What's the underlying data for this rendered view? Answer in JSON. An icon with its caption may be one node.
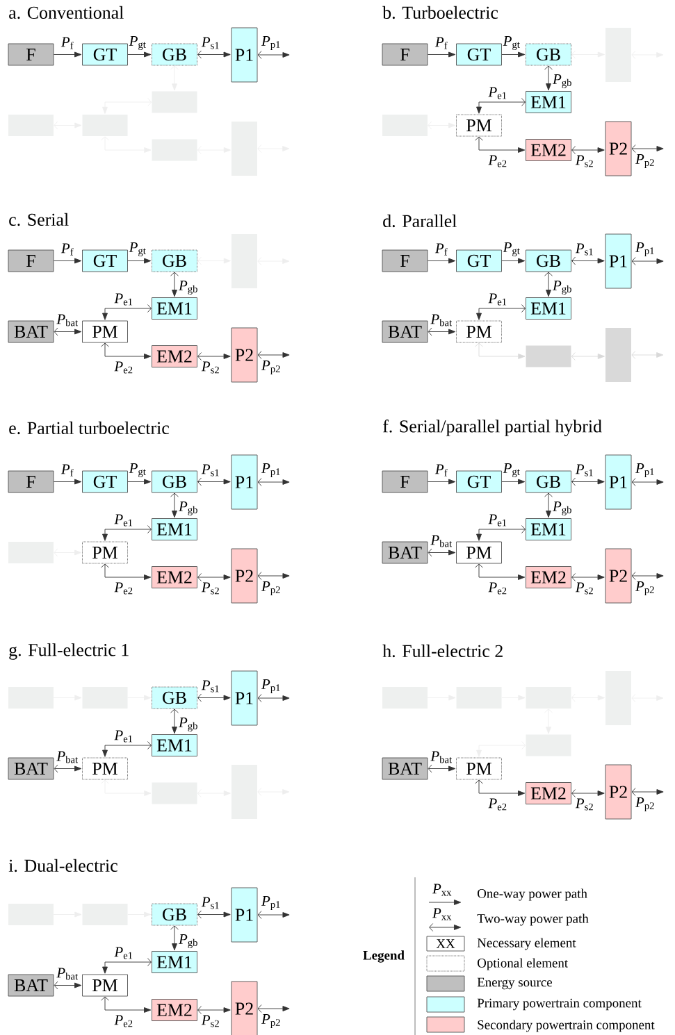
{
  "diagram": {
    "nodes": [
      {
        "text": [
          "F"
        ]
      },
      {
        "text": [
          "GT"
        ]
      },
      {
        "text": [
          "GB"
        ]
      },
      {
        "text": [
          "P1"
        ]
      },
      {
        "text": [],
        "shape": "box"
      },
      {
        "text": [],
        "shape": "box"
      },
      {
        "text": [],
        "shape": "box"
      },
      {
        "text": [],
        "shape": "box"
      },
      {
        "text": [],
        "shape": "box"
      },
      {
        "text": [
          "F"
        ]
      },
      {
        "text": [
          "GT"
        ]
      },
      {
        "text": [
          "GB"
        ]
      },
      {
        "text": [],
        "shape": "box"
      },
      {
        "text": [
          "EM1"
        ]
      },
      {
        "text": [],
        "shape": "box"
      },
      {
        "text": [
          "PM"
        ]
      },
      {
        "text": [
          "EM2"
        ]
      },
      {
        "text": [
          "P2"
        ]
      },
      {
        "text": [
          "F"
        ]
      },
      {
        "text": [
          "GT"
        ]
      },
      {
        "text": [
          "GB"
        ]
      },
      {
        "text": [],
        "shape": "box"
      },
      {
        "text": [
          "EM1"
        ]
      },
      {
        "text": [
          "BAT"
        ]
      },
      {
        "text": [
          "PM"
        ]
      },
      {
        "text": [
          "EM2"
        ]
      },
      {
        "text": [
          "P2"
        ]
      },
      {
        "text": [
          "F"
        ]
      },
      {
        "text": [
          "GT"
        ]
      },
      {
        "text": [
          "GB"
        ]
      },
      {
        "text": [
          "P1"
        ]
      },
      {
        "text": [
          "EM1"
        ]
      },
      {
        "text": [
          "BAT"
        ]
      },
      {
        "text": [
          "PM"
        ]
      },
      {
        "text": [],
        "shape": "box"
      },
      {
        "text": [],
        "shape": "box"
      },
      {
        "text": [
          "F"
        ]
      },
      {
        "text": [
          "GT"
        ]
      },
      {
        "text": [
          "GB"
        ]
      },
      {
        "text": [
          "P1"
        ]
      },
      {
        "text": [
          "EM1"
        ]
      },
      {
        "text": [],
        "shape": "box"
      },
      {
        "text": [
          "PM"
        ]
      },
      {
        "text": [
          "EM2"
        ]
      },
      {
        "text": [
          "P2"
        ]
      },
      {
        "text": [
          "F"
        ]
      },
      {
        "text": [
          "GT"
        ]
      },
      {
        "text": [
          "GB"
        ]
      },
      {
        "text": [
          "P1"
        ]
      },
      {
        "text": [
          "EM1"
        ]
      },
      {
        "text": [
          "BAT"
        ]
      },
      {
        "text": [
          "PM"
        ]
      },
      {
        "text": [
          "EM2"
        ]
      },
      {
        "text": [
          "P2"
        ]
      },
      {
        "text": [],
        "shape": "box"
      },
      {
        "text": [],
        "shape": "box"
      },
      {
        "text": [
          "GB"
        ]
      },
      {
        "text": [
          "P1"
        ]
      },
      {
        "text": [
          "EM1"
        ]
      },
      {
        "text": [
          "BAT"
        ]
      },
      {
        "text": [
          "PM"
        ]
      },
      {
        "text": [],
        "shape": "box"
      },
      {
        "text": [],
        "shape": "box"
      },
      {
        "text": [],
        "shape": "box"
      },
      {
        "text": [],
        "shape": "box"
      },
      {
        "text": [],
        "shape": "box"
      },
      {
        "text": [],
        "shape": "box"
      },
      {
        "text": [],
        "shape": "box"
      },
      {
        "text": [
          "BAT"
        ]
      },
      {
        "text": [
          "PM"
        ]
      },
      {
        "text": [
          "EM2"
        ]
      },
      {
        "text": [
          "P2"
        ]
      },
      {
        "text": [],
        "shape": "box"
      },
      {
        "text": [],
        "shape": "box"
      },
      {
        "text": [
          "GB"
        ]
      },
      {
        "text": [
          "P1"
        ]
      },
      {
        "text": [
          "EM1"
        ]
      },
      {
        "text": [
          "BAT"
        ]
      },
      {
        "text": [
          "PM"
        ]
      },
      {
        "text": [
          "EM2"
        ]
      },
      {
        "text": [
          "P2"
        ]
      }
    ],
    "edges": [
      {
        "from": 0,
        "to": 1,
        "arrow": "to",
        "label": "*P*$_{f}$"
      },
      {
        "from": 1,
        "to": 2,
        "arrow": "to",
        "label": "*P*$_{gt}$"
      },
      {
        "from": 2,
        "to": 3,
        "arrow": "both",
        "label": "*P*$_{s1}$"
      },
      {
        "from": 3,
        "to": null,
        "arrow": "both",
        "label": "*P*$_{p1}$"
      },
      {
        "from": 2,
        "to": 4,
        "arrow": "both",
        "color": "#eeeeee"
      },
      {
        "from": 4,
        "to": 6,
        "arrow": "both",
        "color": "#eeeeee"
      },
      {
        "from": 5,
        "to": 6,
        "arrow": "both",
        "color": "#eeeeee"
      },
      {
        "from": 6,
        "to": 7,
        "arrow": "both",
        "color": "#eeeeee"
      },
      {
        "from": 7,
        "to": 8,
        "arrow": "both",
        "color": "#eeeeee"
      },
      {
        "from": 8,
        "to": null,
        "arrow": "both",
        "color": "#eeeeee"
      },
      {
        "from": 9,
        "to": 10,
        "arrow": "to",
        "label": "*P*$_{f}$"
      },
      {
        "from": 10,
        "to": 11,
        "arrow": "to",
        "label": "*P*$_{gt}$"
      },
      {
        "from": 11,
        "to": 12,
        "arrow": "both",
        "color": "#eeeeee"
      },
      {
        "from": 12,
        "to": null,
        "arrow": "both",
        "color": "#eeeeee"
      },
      {
        "from": 11,
        "to": 13,
        "arrow": "both",
        "label": "*P*$_{gb}$"
      },
      {
        "from": 13,
        "to": 15,
        "arrow": "both",
        "label": "*P*$_{e1}$"
      },
      {
        "from": 14,
        "to": 15,
        "arrow": "both",
        "color": "#eeeeee"
      },
      {
        "from": 15,
        "to": 16,
        "arrow": "both",
        "label": "*P*$_{e2}$"
      },
      {
        "from": 16,
        "to": 17,
        "arrow": "both",
        "label": "*P*$_{s2}$"
      },
      {
        "from": 17,
        "to": null,
        "arrow": "both",
        "label": "*P*$_{p2}$"
      },
      {
        "from": 18,
        "to": 19,
        "arrow": "to",
        "label": "*P*$_{f}$"
      },
      {
        "from": 19,
        "to": 20,
        "arrow": "to",
        "label": "*P*$_{gt}$"
      },
      {
        "from": 20,
        "to": 21,
        "arrow": "both",
        "color": "#eeeeee"
      },
      {
        "from": 21,
        "to": null,
        "arrow": "both",
        "color": "#eeeeee"
      },
      {
        "from": 20,
        "to": 22,
        "arrow": "both",
        "label": "*P*$_{gb}$"
      },
      {
        "from": 22,
        "to": 24,
        "arrow": "both",
        "label": "*P*$_{e1}$"
      },
      {
        "from": 23,
        "to": 24,
        "arrow": "both",
        "label": "*P*$_{bat}$"
      },
      {
        "from": 24,
        "to": 25,
        "arrow": "both",
        "label": "*P*$_{e2}$"
      },
      {
        "from": 25,
        "to": 26,
        "arrow": "both",
        "label": "*P*$_{s2}$"
      },
      {
        "from": 26,
        "to": null,
        "arrow": "both",
        "label": "*P*$_{p2}$"
      },
      {
        "from": 27,
        "to": 28,
        "arrow": "to",
        "label": "*P*$_{f}$"
      },
      {
        "from": 28,
        "to": 29,
        "arrow": "to",
        "label": "*P*$_{gt}$"
      },
      {
        "from": 29,
        "to": 30,
        "arrow": "both",
        "label": "*P*$_{s1}$"
      },
      {
        "from": 30,
        "to": null,
        "arrow": "both",
        "label": "*P*$_{p1}$"
      },
      {
        "from": 29,
        "to": 31,
        "arrow": "both",
        "label": "*P*$_{gb}$"
      },
      {
        "from": 31,
        "to": 33,
        "arrow": "both",
        "label": "*P*$_{e1}$"
      },
      {
        "from": 32,
        "to": 33,
        "arrow": "both",
        "label": "*P*$_{bat}$"
      },
      {
        "from": 33,
        "to": 34,
        "arrow": "both",
        "color": "#d9d9d9"
      },
      {
        "from": 34,
        "to": 35,
        "arrow": "both",
        "color": "#d9d9d9"
      },
      {
        "from": 35,
        "to": null,
        "arrow": "both",
        "color": "#d9d9d9"
      },
      {
        "from": 36,
        "to": 37,
        "arrow": "to",
        "label": "*P*$_{f}$"
      },
      {
        "from": 37,
        "to": 38,
        "arrow": "to",
        "label": "*P*$_{gt}$"
      },
      {
        "from": 38,
        "to": 39,
        "arrow": "both",
        "label": "*P*$_{s1}$"
      },
      {
        "from": 39,
        "to": null,
        "arrow": "both",
        "label": "*P*$_{p1}$"
      },
      {
        "from": 38,
        "to": 40,
        "arrow": "both",
        "label": "*P*$_{gb}$"
      },
      {
        "from": 40,
        "to": 42,
        "arrow": "both",
        "label": "*P*$_{e1}$"
      },
      {
        "from": 41,
        "to": 42,
        "arrow": "both",
        "color": "#eeeeee"
      },
      {
        "from": 42,
        "to": 43,
        "arrow": "both",
        "label": "*P*$_{e2}$"
      },
      {
        "from": 43,
        "to": 44,
        "arrow": "both",
        "label": "*P*$_{s2}$"
      },
      {
        "from": 44,
        "to": null,
        "arrow": "both",
        "label": "*P*$_{p2}$"
      },
      {
        "from": 45,
        "to": 46,
        "arrow": "to",
        "label": "*P*$_{f}$"
      },
      {
        "from": 46,
        "to": 47,
        "arrow": "to",
        "label": "*P*$_{gt}$"
      },
      {
        "from": 47,
        "to": 48,
        "arrow": "both",
        "label": "*P*$_{s1}$"
      },
      {
        "from": 48,
        "to": null,
        "arrow": "both",
        "label": "*P*$_{p1}$"
      },
      {
        "from": 47,
        "to": 49,
        "arrow": "both",
        "label": "*P*$_{gb}$"
      },
      {
        "from": 49,
        "to": 51,
        "arrow": "both",
        "label": "*P*$_{e1}$"
      },
      {
        "from": 50,
        "to": 51,
        "arrow": "both",
        "label": "*P*$_{bat}$"
      },
      {
        "from": 51,
        "to": 52,
        "arrow": "both",
        "label": "*P*$_{e2}$"
      },
      {
        "from": 52,
        "to": 53,
        "arrow": "both",
        "label": "*P*$_{s2}$"
      },
      {
        "from": 53,
        "to": null,
        "arrow": "both",
        "label": "*P*$_{p2}$"
      },
      {
        "from": 54,
        "to": 55,
        "arrow": "to",
        "color": "#eeeeee"
      },
      {
        "from": 55,
        "to": 56,
        "arrow": "to",
        "color": "#eeeeee"
      },
      {
        "from": 56,
        "to": 57,
        "arrow": "both",
        "label": "*P*$_{s1}$"
      },
      {
        "from": 57,
        "to": null,
        "arrow": "both",
        "label": "*P*$_{p1}$"
      },
      {
        "from": 56,
        "to": 58,
        "arrow": "both",
        "label": "*P*$_{gb}$"
      },
      {
        "from": 58,
        "to": 60,
        "arrow": "both",
        "label": "*P*$_{e1}$"
      },
      {
        "from": 59,
        "to": 60,
        "arrow": "both",
        "label": "*P*$_{bat}$"
      },
      {
        "from": 60,
        "to": 61,
        "arrow": "both",
        "color": "#eeeeee"
      },
      {
        "from": 61,
        "to": 62,
        "arrow": "both",
        "color": "#eeeeee"
      },
      {
        "from": 62,
        "to": null,
        "arrow": "both",
        "color": "#eeeeee"
      },
      {
        "from": 63,
        "to": 64,
        "arrow": "to",
        "color": "#eeeeee"
      },
      {
        "from": 64,
        "to": 65,
        "arrow": "to",
        "color": "#eeeeee"
      },
      {
        "from": 65,
        "to": 66,
        "arrow": "both",
        "color": "#eeeeee"
      },
      {
        "from": 66,
        "to": null,
        "arrow": "both",
        "color": "#eeeeee"
      },
      {
        "from": 65,
        "to": 67,
        "arrow": "both",
        "color": "#eeeeee"
      },
      {
        "from": 67,
        "to": 69,
        "arrow": "both",
        "color": "#eeeeee"
      },
      {
        "from": 68,
        "to": 69,
        "arrow": "both",
        "label": "*P*$_{bat}$"
      },
      {
        "from": 69,
        "to": 70,
        "arrow": "both",
        "label": "*P*$_{e2}$"
      },
      {
        "from": 70,
        "to": 71,
        "arrow": "both",
        "label": "*P*$_{s2}$"
      },
      {
        "from": 71,
        "to": null,
        "arrow": "both",
        "label": "*P*$_{p2}$"
      },
      {
        "from": 72,
        "to": 73,
        "arrow": "to",
        "color": "#eeeeee"
      },
      {
        "from": 73,
        "to": 74,
        "arrow": "to",
        "color": "#eeeeee"
      },
      {
        "from": 74,
        "to": 75,
        "arrow": "both",
        "label": "*P*$_{s1}$"
      },
      {
        "from": 75,
        "to": null,
        "arrow": "both",
        "label": "*P*$_{p1}$"
      },
      {
        "from": 74,
        "to": 76,
        "arrow": "both",
        "label": "*P*$_{gb}$"
      },
      {
        "from": 76,
        "to": 78,
        "arrow": "both",
        "label": "*P*$_{e1}$"
      },
      {
        "from": 77,
        "to": 78,
        "arrow": "both",
        "label": "*P*$_{bat}$"
      },
      {
        "from": 78,
        "to": 79,
        "arrow": "both",
        "label": "*P*$_{e2}$"
      },
      {
        "from": 79,
        "to": 80,
        "arrow": "both",
        "label": "*P*$_{s2}$"
      },
      {
        "from": 80,
        "to": null,
        "arrow": "both",
        "label": "*P*$_{p2}$"
      }
    ],
    "labels": [
      "a. Conventional",
      "b. Turboelectric",
      "c. Serial",
      "d. Parallel",
      "e. Partial turboelectric",
      "f. Serial/parallel partial hybrid",
      "g. Full-electric 1",
      "h. Full-electric 2",
      "i. Dual-electric",
      "Legend",
      "*P*$_{xx}$",
      "*P*$_{xx}$",
      "XX"
    ],
    "legend": [
      {
        "text": "One-way power path"
      },
      {
        "text": "Two-way power path"
      },
      {
        "text": "Necessary element"
      },
      {
        "text": "Optional element"
      },
      {
        "text": "Energy source",
        "color": "#bfbfbf"
      },
      {
        "text": "Primary powertrain component",
        "color": "#ccffff"
      },
      {
        "text": "Secondary powertrain component",
        "color": "#ffcccc"
      }
    ]
  }
}
